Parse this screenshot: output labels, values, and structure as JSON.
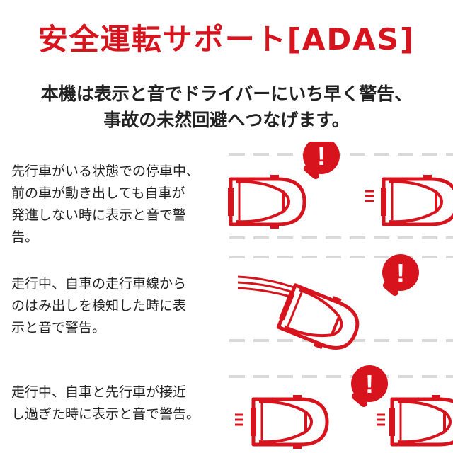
{
  "title": "安全運転サポート[ADAS]",
  "subtitle": {
    "line1": "本機は表示と音でドライバーにいち早く警告、",
    "line2": "事故の未然回避へつなげます。"
  },
  "sections": [
    {
      "lines": [
        "先行車がいる状態での停車中、",
        "前の車が動き出しても自車が",
        "発進しない時に表示と音で警",
        "告。"
      ],
      "alert_icon": "exclamation-bubble-icon"
    },
    {
      "lines": [
        "走行中、自車の走行車線から",
        "のはみ出しを検知した時に表",
        "示と音で警告。"
      ],
      "alert_icon": "exclamation-bubble-icon"
    },
    {
      "lines": [
        "走行中、自車と先行車が接近",
        "し過ぎた時に表示と音で警告。"
      ],
      "alert_icon": "exclamation-bubble-icon"
    }
  ],
  "colors": {
    "accent": "#d7141e",
    "text": "#222222",
    "lane": "#d9d9d9"
  },
  "alert_glyph": "!"
}
